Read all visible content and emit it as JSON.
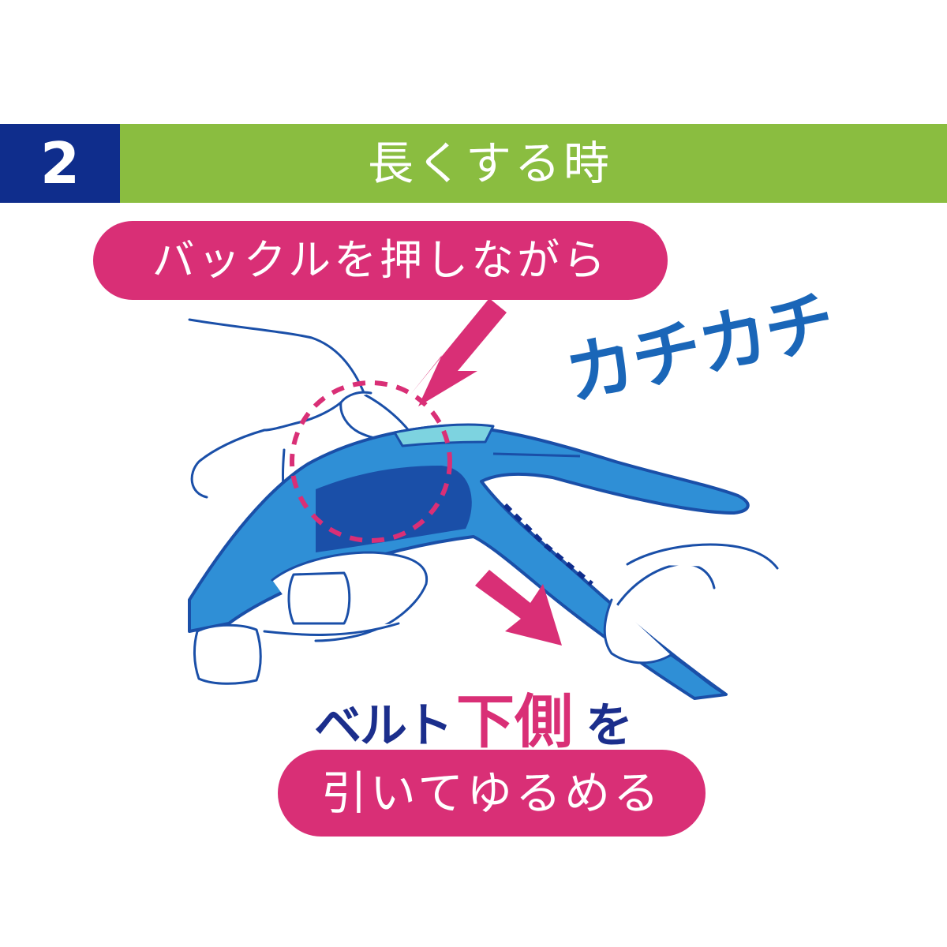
{
  "header": {
    "step_number": "2",
    "title": "長くする時"
  },
  "top_instruction": "バックルを押しながら",
  "sound_effect": "カチカチ",
  "caption": {
    "part1": "ベルト",
    "part2": "下側",
    "part3": "を"
  },
  "bottom_instruction": "引いてゆるめる",
  "colors": {
    "navy": "#0f2d8c",
    "green": "#8abd40",
    "pink": "#d92f76",
    "belt_blue": "#2f8fd6",
    "outline_blue": "#1a4fa8"
  }
}
